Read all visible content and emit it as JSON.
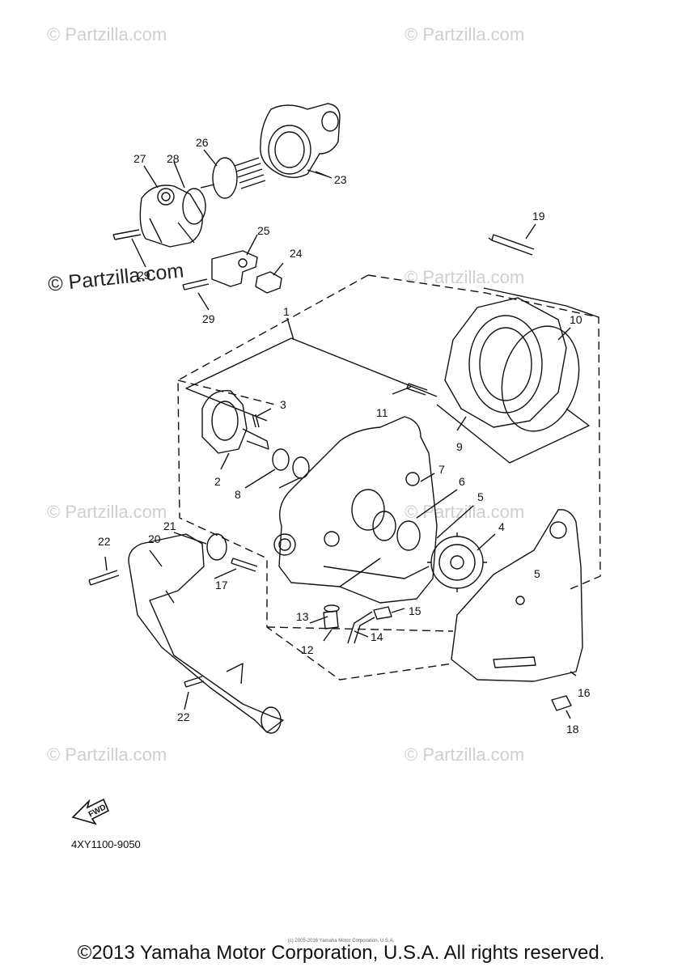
{
  "watermarks": {
    "text": "© Partzilla.com",
    "big_text": "© Partzilla.com"
  },
  "callouts": [
    "1",
    "2",
    "3",
    "4",
    "5",
    "5",
    "6",
    "7",
    "8",
    "9",
    "10",
    "11",
    "12",
    "13",
    "14",
    "15",
    "16",
    "17",
    "18",
    "19",
    "20",
    "21",
    "22",
    "22",
    "23",
    "24",
    "25",
    "26",
    "27",
    "28",
    "29",
    "29"
  ],
  "labels": {
    "fwd": "FWD",
    "part_code": "4XY1100-9050",
    "tiny_notice": "(c) 2005-2016 Yamaha Motor Corporation, U.S.A.",
    "copyright": "©2013 Yamaha Motor Corporation, U.S.A. All rights reserved."
  },
  "colors": {
    "line": "#111111",
    "watermark": "#cfcfcf"
  }
}
